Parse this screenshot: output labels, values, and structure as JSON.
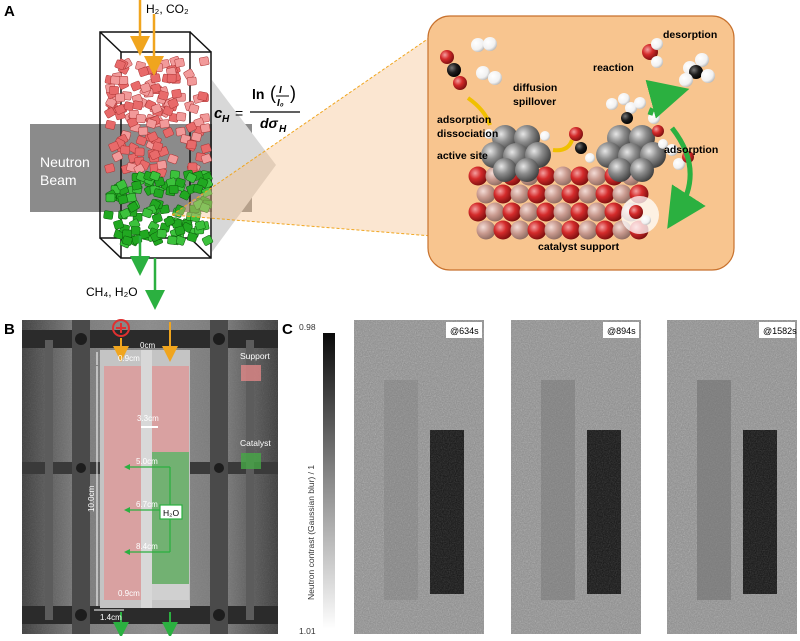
{
  "panel_a": {
    "label": "A",
    "gas_in": "H₂, CO₂",
    "gas_out": "CH₄, H₂O",
    "beam_line1": "Neutron",
    "beam_line2": "Beam",
    "formula": "c_H = ln(I/I₀) / dσ_H",
    "formula_lhs": "c",
    "formula_lhs_sub": "H",
    "formula_num": "ln",
    "formula_den": "dσ",
    "formula_den_sub": "H",
    "callout": {
      "reaction": "reaction",
      "desorption": "desorption",
      "diffusion": "diffusion",
      "spillover": "spillover",
      "adsorption_dissociation_1": "adsorption",
      "adsorption_dissociation_2": "dissociation",
      "active_site": "active site",
      "adsorption": "adsorption",
      "catalyst_support": "catalyst support"
    }
  },
  "panel_b": {
    "label": "B",
    "dims": {
      "top_zero": "0cm",
      "top_gap": "0.9cm",
      "width_33": "3.3cm",
      "d50": "5.0cm",
      "d67": "6.7cm",
      "d84": "8.4cm",
      "total": "10.0cm",
      "bottom_gap": "0.9cm",
      "bottom_width": "1.4cm"
    },
    "legend_support": "Support",
    "legend_catalyst": "Catalyst",
    "h2o_box": "H₂O",
    "colors": {
      "support": "#e88a8a",
      "catalyst": "#46a846",
      "arrow_in": "#f0a51e",
      "arrow_out": "#28b43c"
    }
  },
  "panel_c": {
    "label": "C",
    "colorbar_top": "0.98",
    "colorbar_bottom": "1.01",
    "colorbar_label": "Neutron contrast (Gaussian blur) / 1",
    "frames": [
      {
        "time": "@634s"
      },
      {
        "time": "@894s"
      },
      {
        "time": "@1582s"
      }
    ]
  }
}
